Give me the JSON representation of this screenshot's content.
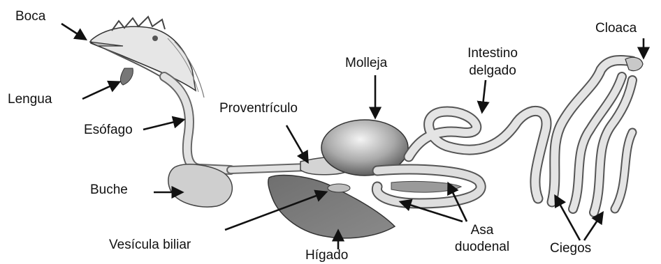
{
  "labels": {
    "boca": "Boca",
    "lengua": "Lengua",
    "esofago": "Esófago",
    "buche": "Buche",
    "proventriculo": "Proventrículo",
    "molleja": "Molleja",
    "intestino_line1": "Intestino",
    "intestino_line2": "delgado",
    "cloaca": "Cloaca",
    "vesicula": "Vesícula biliar",
    "higado": "Hígado",
    "asa_line1": "Asa",
    "asa_line2": "duodenal",
    "ciegos": "Ciegos"
  }
}
